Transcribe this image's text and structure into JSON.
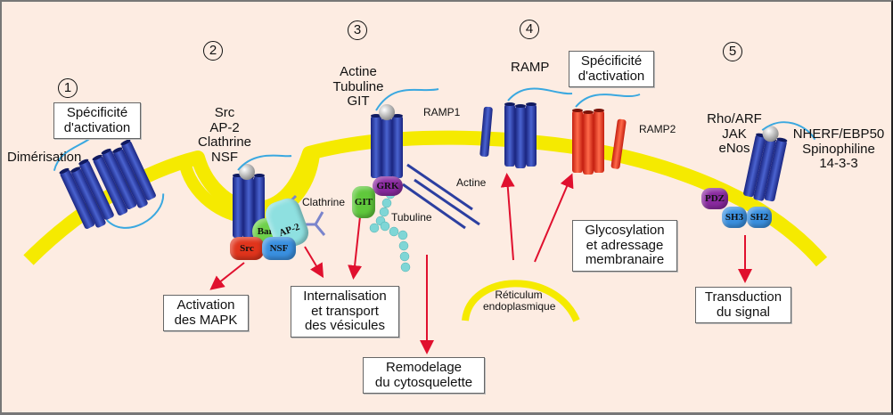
{
  "colors": {
    "background": "#fdece2",
    "membrane": "#f5ea00",
    "receptor_blue": "#2d3ea6",
    "receptor_red": "#e8321e",
    "loop": "#3aa8e0",
    "arrow": "#e0102e",
    "filament": "#2c3fa0",
    "tubulin": "#7fd6d6"
  },
  "steps": [
    {
      "number": "1"
    },
    {
      "number": "2"
    },
    {
      "number": "3"
    },
    {
      "number": "4"
    },
    {
      "number": "5"
    }
  ],
  "section1": {
    "box": [
      "Spécificité",
      "d'activation"
    ],
    "label": "Dimérisation"
  },
  "section2": {
    "partners": [
      "Src",
      "AP-2",
      "Clathrine",
      "NSF"
    ],
    "clathrin_label": "Clathrine",
    "proteins": {
      "barr": "Barr",
      "ap2": "AP-2",
      "src": "Src",
      "nsf": "NSF"
    },
    "box_mapk": [
      "Activation",
      "des MAPK"
    ],
    "box_internalisation": [
      "Internalisation",
      "et transport",
      "des vésicules"
    ]
  },
  "section3": {
    "partners": [
      "Actine",
      "Tubuline",
      "GIT"
    ],
    "ramp1_label": "RAMP1",
    "proteins": {
      "grk": "GRK",
      "git": "GIT"
    },
    "actine_label": "Actine",
    "tubuline_label": "Tubuline",
    "box_cytoskeleton": [
      "Remodelage",
      "du cytosquelette"
    ]
  },
  "section4": {
    "ramp_label": "RAMP",
    "box": [
      "Spécificité",
      "d'activation"
    ],
    "ramp2_label": "RAMP2",
    "er_label": [
      "Réticulum",
      "endoplasmique"
    ],
    "box_glyco": [
      "Glycosylation",
      "et adressage",
      "membranaire"
    ]
  },
  "section5": {
    "partners_left": [
      "Rho/ARF",
      "JAK",
      "eNos"
    ],
    "partners_right": [
      "NHERF/EBP50",
      "Spinophiline",
      "14-3-3"
    ],
    "proteins": {
      "pdz": "PDZ",
      "sh3": "SH3",
      "sh2": "SH2"
    },
    "box_signal": [
      "Transduction",
      "du signal"
    ]
  }
}
